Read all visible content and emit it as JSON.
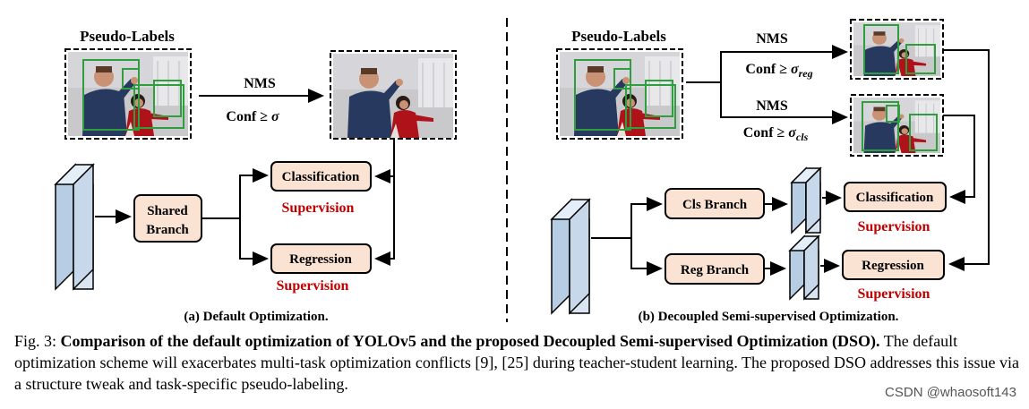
{
  "left_panel": {
    "pseudo_labels": "Pseudo-Labels",
    "nms": "NMS",
    "conf_prefix": "Conf ≥ ",
    "conf_symbol": "σ",
    "shared_branch_line1": "Shared",
    "shared_branch_line2": "Branch",
    "classification": "Classification",
    "regression": "Regression",
    "supervision_cls": "Supervision",
    "supervision_reg": "Supervision",
    "subtitle": "(a) Default Optimization."
  },
  "right_panel": {
    "pseudo_labels": "Pseudo-Labels",
    "nms_top": "NMS",
    "conf_top_prefix": "Conf ≥ ",
    "conf_top_symbol": "σ",
    "conf_top_sub": "reg",
    "nms_bottom": "NMS",
    "conf_bottom_prefix": "Conf ≥ ",
    "conf_bottom_symbol": "σ",
    "conf_bottom_sub": "cls",
    "cls_branch": "Cls Branch",
    "reg_branch": "Reg Branch",
    "classification": "Classification",
    "regression": "Regression",
    "supervision_cls": "Supervision",
    "supervision_reg": "Supervision",
    "subtitle": "(b) Decoupled Semi-supervised Optimization."
  },
  "caption": {
    "fig": "Fig. 3: ",
    "bold": "Comparison of the default optimization of YOLOv5 and the proposed Decoupled Semi-supervised Optimization (DSO).",
    "rest": " The default optimization scheme will exacerbates multi-task optimization conflicts [9], [25] during teacher-student learning. The proposed DSO addresses this issue via a structure tweak and task-specific pseudo-labeling."
  },
  "watermark": "CSDN @whaosoft143",
  "colors": {
    "box_fill": "#fbe3d4",
    "feature_fill": "#d9e6f2",
    "supervision": "#c00000",
    "pseudo_box": "#2e9e3e"
  }
}
